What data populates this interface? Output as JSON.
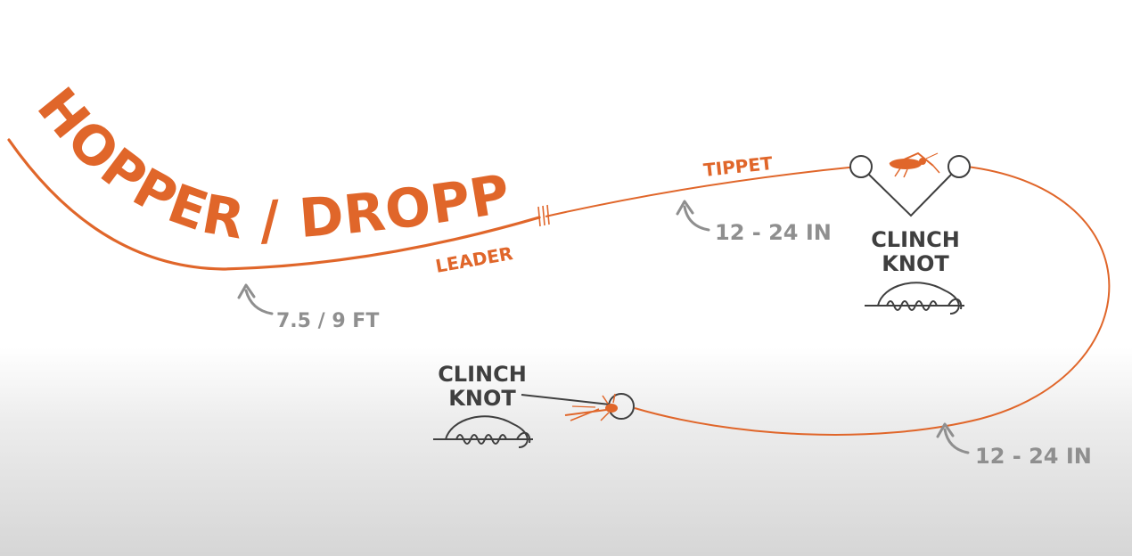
{
  "title": "HOPPER / DROPPER",
  "leader": {
    "label": "LEADER",
    "length": "7.5 / 9 FT"
  },
  "tippet": {
    "label": "TIPPET",
    "length": "12 - 24 IN"
  },
  "dropper": {
    "length": "12 - 24 IN"
  },
  "knot_top": {
    "line1": "CLINCH",
    "line2": "KNOT"
  },
  "knot_bottom": {
    "line1": "CLINCH",
    "line2": "KNOT"
  },
  "colors": {
    "line": "#e0662a",
    "text_gray": "#8f8f8f",
    "dark": "#3f3f3f"
  }
}
